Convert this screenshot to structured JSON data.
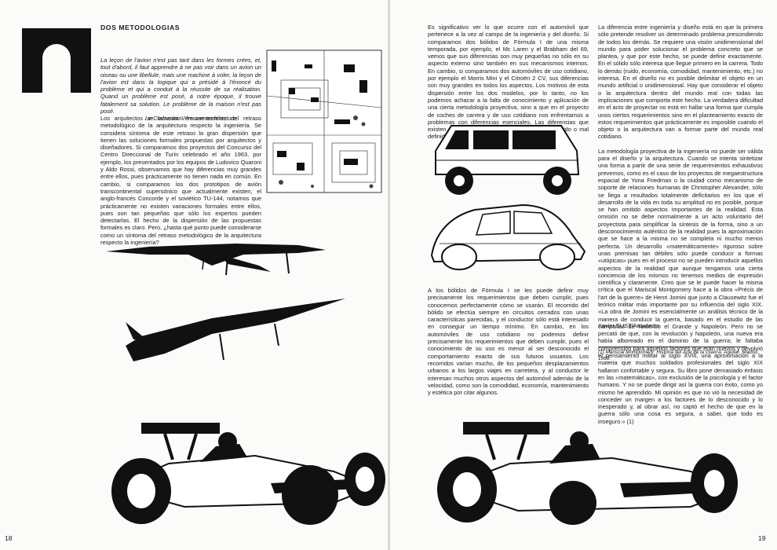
{
  "heading": "DOS METODOLOGIAS",
  "quote": {
    "text": "La leçon de l'avion n'est pas tant dans les formes crées, et, tout d'abord, il faut apprendre à ne pas voir dans un avion un oiseau ou une libellule, mais une machine à voler, la leçon de l'avion est dans la logique qui a présidé à l'énoncé du problème et qui a conduit à la réussite de sa réalisation. Quand un problème est posé, à notre époque, il trouve fatalement sa solution. Le problème de la maison n'est pas posé.",
    "attribution": "Le Corbusier. Vers une architecture."
  },
  "col1": [
    "Los arquitectos se lamentan frecuentemente del retraso metodológico de la arquitectura respecto la ingeniería. Se considera síntoma de este retraso la gran dispersión que tienen las soluciones formales propuestas por arquitectos y diseñadores. Si comparamos dos proyectos del Concurso del Centro Direccional de Turín celebrado el año 1963, por ejemplo, los presentados por los equipos de Ludovico Quaroni y Aldo Rossi, observamos que hay diferencias muy grandes entre ellos, pues prácticamente no tienen nada en común. En cambio, si comparamos los dos prototipos de avión transcontinental supersónico que actualmente existen, el anglo-francés Concorde y el soviético TU-144, notamos que prácticamente no existen variaciones formales entre ellos, pues son tan pequeñas que sólo los expertos pueden detectarlas. El hecho de la dispersión de las propuestas formales es claro. Pero, ¿hasta qué punto puede considerarse como un síntoma del retraso metodológico de la arquitectura respecto la ingeniería?"
  ],
  "col3_top": [
    "Es significativo ver lo que ocurre con el automóvil que pertenece a la vez al campo de la ingeniería y del diseño. Si comparamos dos bólidos de Fórmula I de una misma temporada, por ejemplo, el Mc Laren y el Brabham del 69, vemos que sus diferencias son muy pequeñas no sólo en su aspecto externo sino también en sus mecanismos internos. En cambio, si comparamos dos automóviles de uso cotidiano, por ejemplo el Morris Mini y el Citroën 2 CV, sus diferencias son muy grandes en todos los aspectos. Los motivos de esta dispersión entre los dos modelos, por lo tanto, no los podemos achacar a la falta de conocimiento y aplicación de una cierta metodología proyectiva, sino a que en el proyecto de coches de carrera y de uso cotidiano nos enfrentamos a problemas con diferencias esenciales. Las diferencias que existen en la resolución de un problema bien definido o mal definido."
  ],
  "col3_bottom": [
    "A los bólidos de Fórmula I se les puede definir muy precisamente los requerimientos que deben cumplir, pues conocemos perfectamente cómo se usarán. El recorrido del bólido se efectúa siempre en circuitos cerrados con unas características parecidas, y el conductor sólo está interesado en conseguir un tiempo mínimo. En cambio, en los automóviles de uso cotidiano no podemos definir precisamente los requerimientos que deben cumplir, pues el conocimiento de su uso es menor al ser desconocido el comportamiento exacto de sus futuros usuarios. Los recorridos varían mucho, de los pequeños desplazamientos urbanos a los largos viajes en carretera, y al conductor le interesan muchos otros aspectos del automóvil además de la velocidad, como son la comodidad, economía, mantenimiento y estética por citar algunos."
  ],
  "col4": [
    "La diferencia entre ingeniería y diseño está en que la primera sólo pretende resolver un determinado problema prescindiendo de todos los demás. Se requiere una visión unidimensional del mundo para poder solucionar el problema concreto que se plantea, y que por este hecho, se puede definir exactamente. En el sólido sólo interesa que llegue primero en la carrera. Todo lo demás (ruido, economía, comodidad, mantenimiento, etc.) no interesa. En el diseño no es posible delimitar el objeto en un mundo artificial o unidimensional. Hay que considerar el objeto o la arquitectura dentro del mundo real con todas las implicaciones que comporta este hecho. La verdadera dificultad en el acto de proyectar no está en hallar una forma que cumpla unos ciertos requerimientos sino en el planteamiento exacto de estos requerimientos que prácticamente es imposible cuando el objeto o la arquitectura van a formar parte del mundo real cotidiano.",
    "La metodología proyectiva de la ingeniería no puede ser válida para el diseño y la arquitectura. Cuando se intenta sintetizar una forma a partir de una serie de requerimientos exhaustivos prevemos, como es el caso de los proyectos de megaestructura espacial de Yona Friedman o la ciudad como mecanismo de soporte de relaciones humanas de Christopher Alexander, sólo se llega a resultados totalmente deficitarios en los que el desarrollo de la vida en toda su amplitud no es posible, porque se han omitido aspectos importantes de la realidad. Esta omisión no se debe normalmente a un acto voluntario del proyectista para simplificar la síntesis de la forma, sino a un desconocimiento auténtico de la realidad pues la aproximación que se hace a la misma no se completa ni mucho menos perfecta. Un desarrollo «matemáticamente» riguroso sobre unas premisas tan débiles sólo puede conducir a formas «utópicas» pues en el proceso no se pueden introducir aquellos aspectos de la realidad que aunque tengamos una cierta conciencia de los mismos no tenemos medios de expresión científica y claramente. Creo que se le puede hacer la misma crítica que el Mariscal Montgomery hace a la obra «Précis de l'art de la guerre» de Henri Jomini que junto a Clausewitz fue el teórico militar más importante por su influencia del siglo XIX. «La obra de Jomini es esencialmente un análisis técnico de la manera de conducir la guerra, basado en el estudio de las campañas de Federico el Grande y Napoleón. Pero no se percató de que, con la revolución y Napoleón, una nueva era había alboreado en el dominio de la guerra; le faltaba comprensión para aquellos factores que eran nuevos y devolvió el pensamiento militar al siglo XVIII, una aproximación a la materia que muchos soldados profesionales del siglo XIX hallaron confortable y segura. Su libro pone demasiado énfasis en las «matemáticas», con exclusión de la psicología y el factor humano. Y no se puede dirigir así la guerra con éxito, como yo mismo he aprendido. Mi opinión es que no vió la necesidad de conceder un margen a los factores de lo desconocido y lo inesperado y, al obrar así, no captó el hecho de que en la guerra sólo una cosa es segura, a saber, que todo es inseguro.» (1)"
  ],
  "signature": "Xavier SUST/Arquitecto",
  "footnote": "(1) Mariscal Montgomery: Historia del Arte de la Guerra. Aguilar. Madrid. 1969.",
  "page_left": "18",
  "page_right": "19"
}
